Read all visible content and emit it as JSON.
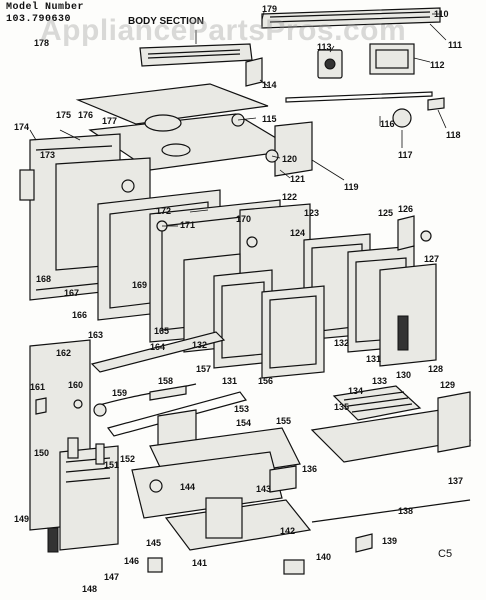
{
  "header": {
    "model_label": "Model Number",
    "model_number": "103.790630",
    "section_title": "BODY SECTION",
    "page_code": "C5"
  },
  "watermark": "AppliancePartsPros.com",
  "parts": [
    {
      "id": "p110",
      "label": "110"
    },
    {
      "id": "p111",
      "label": "111"
    },
    {
      "id": "p112",
      "label": "112"
    },
    {
      "id": "p113",
      "label": "113"
    },
    {
      "id": "p114",
      "label": "114"
    },
    {
      "id": "p115",
      "label": "115"
    },
    {
      "id": "p116",
      "label": "116"
    },
    {
      "id": "p117",
      "label": "117"
    },
    {
      "id": "p118",
      "label": "118"
    },
    {
      "id": "p119",
      "label": "119"
    },
    {
      "id": "p120",
      "label": "120"
    },
    {
      "id": "p121",
      "label": "121"
    },
    {
      "id": "p122",
      "label": "122"
    },
    {
      "id": "p123",
      "label": "123"
    },
    {
      "id": "p124",
      "label": "124"
    },
    {
      "id": "p125",
      "label": "125"
    },
    {
      "id": "p126",
      "label": "126"
    },
    {
      "id": "p127",
      "label": "127"
    },
    {
      "id": "p128",
      "label": "128"
    },
    {
      "id": "p129",
      "label": "129"
    },
    {
      "id": "p130",
      "label": "130"
    },
    {
      "id": "p131",
      "label": "131"
    },
    {
      "id": "p131b",
      "label": "131"
    },
    {
      "id": "p132",
      "label": "132"
    },
    {
      "id": "p132b",
      "label": "132"
    },
    {
      "id": "p133",
      "label": "133"
    },
    {
      "id": "p134",
      "label": "134"
    },
    {
      "id": "p135",
      "label": "135"
    },
    {
      "id": "p136",
      "label": "136"
    },
    {
      "id": "p137",
      "label": "137"
    },
    {
      "id": "p138",
      "label": "138"
    },
    {
      "id": "p139",
      "label": "139"
    },
    {
      "id": "p140",
      "label": "140"
    },
    {
      "id": "p141",
      "label": "141"
    },
    {
      "id": "p142",
      "label": "142"
    },
    {
      "id": "p143",
      "label": "143"
    },
    {
      "id": "p144",
      "label": "144"
    },
    {
      "id": "p145",
      "label": "145"
    },
    {
      "id": "p146",
      "label": "146"
    },
    {
      "id": "p147",
      "label": "147"
    },
    {
      "id": "p148",
      "label": "148"
    },
    {
      "id": "p149",
      "label": "149"
    },
    {
      "id": "p150",
      "label": "150"
    },
    {
      "id": "p151",
      "label": "151"
    },
    {
      "id": "p152",
      "label": "152"
    },
    {
      "id": "p153",
      "label": "153"
    },
    {
      "id": "p154",
      "label": "154"
    },
    {
      "id": "p155",
      "label": "155"
    },
    {
      "id": "p156",
      "label": "156"
    },
    {
      "id": "p157",
      "label": "157"
    },
    {
      "id": "p158",
      "label": "158"
    },
    {
      "id": "p159",
      "label": "159"
    },
    {
      "id": "p160",
      "label": "160"
    },
    {
      "id": "p161",
      "label": "161"
    },
    {
      "id": "p162",
      "label": "162"
    },
    {
      "id": "p163",
      "label": "163"
    },
    {
      "id": "p164",
      "label": "164"
    },
    {
      "id": "p165",
      "label": "165"
    },
    {
      "id": "p166",
      "label": "166"
    },
    {
      "id": "p167",
      "label": "167"
    },
    {
      "id": "p168",
      "label": "168"
    },
    {
      "id": "p169",
      "label": "169"
    },
    {
      "id": "p170",
      "label": "170"
    },
    {
      "id": "p171",
      "label": "171"
    },
    {
      "id": "p172",
      "label": "172"
    },
    {
      "id": "p173",
      "label": "173"
    },
    {
      "id": "p174",
      "label": "174"
    },
    {
      "id": "p175",
      "label": "175"
    },
    {
      "id": "p176",
      "label": "176"
    },
    {
      "id": "p177",
      "label": "177"
    },
    {
      "id": "p178",
      "label": "178"
    },
    {
      "id": "p179",
      "label": "179"
    }
  ]
}
